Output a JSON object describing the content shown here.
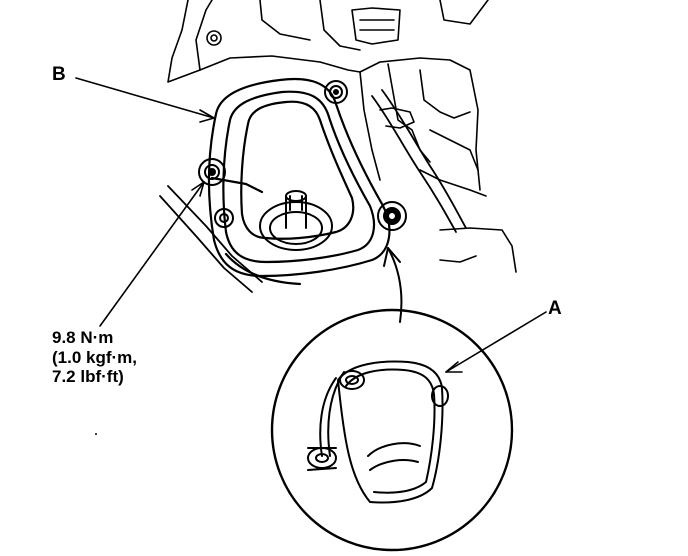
{
  "callouts": {
    "b": "B",
    "a": "A"
  },
  "torque_spec": {
    "line1": "9.8 N·m",
    "line2": "(1.0 kgf·m,",
    "line3": "7.2 lbf·ft)"
  },
  "colors": {
    "ink": "#000000",
    "paper": "#ffffff"
  }
}
